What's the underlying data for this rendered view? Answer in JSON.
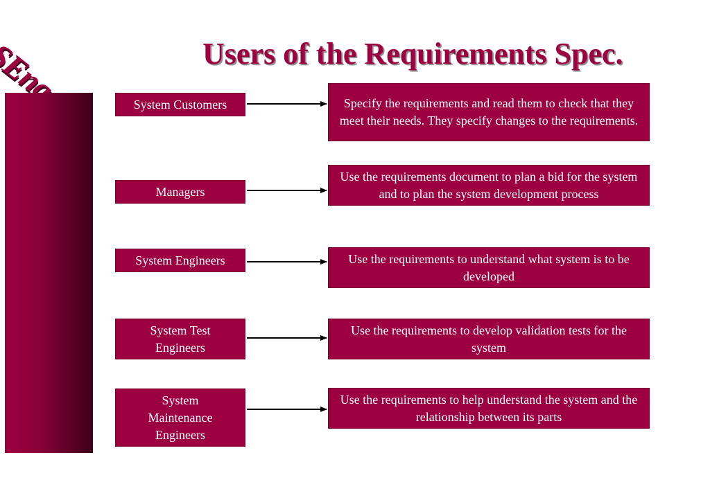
{
  "logo": {
    "text": "SEng"
  },
  "title": "Users of the Requirements Spec.",
  "colors": {
    "accent": "#9c0040",
    "text_on_accent": "#ffffff"
  },
  "rows": [
    {
      "user": "System Customers",
      "description": "Specify the requirements and read them to check that they meet their needs. They specify changes to the requirements."
    },
    {
      "user": "Managers",
      "description": "Use the requirements document to plan a bid for the system and to plan the system development process"
    },
    {
      "user": "System Engineers",
      "description": "Use the requirements to understand what system is to be developed"
    },
    {
      "user": "System Test Engineers",
      "description": "Use the requirements to develop validation tests for the system"
    },
    {
      "user": "System Maintenance Engineers",
      "description": "Use the requirements to help understand the system and the relationship between its parts"
    }
  ]
}
